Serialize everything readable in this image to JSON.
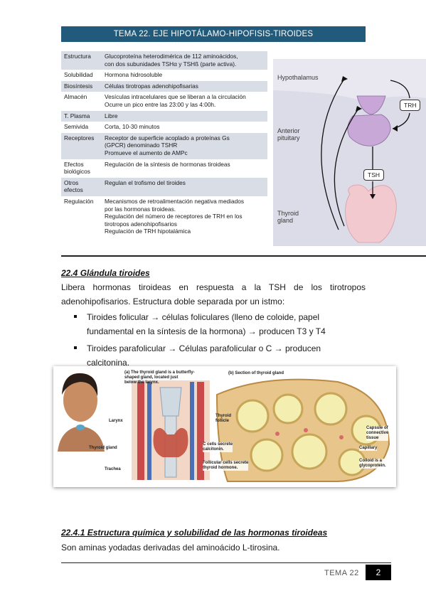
{
  "header": {
    "title": "TEMA 22. EJE HIPOTÁLAMO-HIPOFISIS-TIROIDES"
  },
  "info_table": {
    "rows": [
      {
        "key": [
          "Estructura"
        ],
        "value": [
          "Glucoproteína heterodimérica de 112 aminoácidos,",
          "con dos subunidades TSHα y TSHß (parte activa)."
        ]
      },
      {
        "key": [
          "Solubilidad"
        ],
        "value": [
          "Hormona hidrosoluble"
        ]
      },
      {
        "key": [
          "Biosíntesis"
        ],
        "value": [
          "Células tirotropas adenohipofisarias"
        ]
      },
      {
        "key": [
          "Almacén"
        ],
        "value": [
          "Vesículas intracelulares que se liberan a la circulación",
          "Ocurre un pico entre las 23:00 y las 4:00h."
        ]
      },
      {
        "key": [
          "T. Plasma"
        ],
        "value": [
          "Libre"
        ]
      },
      {
        "key": [
          "Semivida"
        ],
        "value": [
          "Corta, 10-30 minutos"
        ]
      },
      {
        "key": [
          "Receptores"
        ],
        "value": [
          "Receptor de superficie acoplado a proteínas Gs",
          "(GPCR) denominado TSHR",
          "Promueve el aumento de AMPc"
        ]
      },
      {
        "key": [
          "Efectos",
          "biológicos"
        ],
        "value": [
          "Regulación de la síntesis de hormonas tiroideas"
        ]
      },
      {
        "key": [
          "Otros",
          "efectos"
        ],
        "value": [
          "Regulan el trofismo del tiroides"
        ]
      },
      {
        "key": [
          "Regulación"
        ],
        "value": [
          "Mecanismos de retroalimentación negativa mediados",
          "por las hormonas tiroideas.",
          "Regulación del número de receptores de TRH en los",
          "tirotropos adenohipofisarios",
          "Regulación  de TRH hipotalámica"
        ]
      }
    ]
  },
  "hpt_diagram": {
    "hypothalamus": "Hypothalamus",
    "anterior": "Anterior",
    "pituitary": "pituitary",
    "thyroid": "Thyroid",
    "gland": "gland",
    "trh": "TRH",
    "tsh": "TSH"
  },
  "section_224": {
    "title": "22.4 Glándula tiroides",
    "para": "Libera hormonas tiroideas en respuesta a la TSH de los tirotropos adenohipofisarios. Estructura doble separada por un istmo:",
    "bullets": [
      "Tiroides folicular → células foliculares (lleno de coloide, papel fundamental en la síntesis de la hormona) → producen T3 y T4",
      "Tiroides parafolicular → Células parafolicular o C → producen calcitonina."
    ]
  },
  "figure": {
    "a_title": [
      "(a) The thyroid gland is a butterfly-",
      "shaped gland, located just",
      "below the larynx."
    ],
    "b_title": "(b) Section of thyroid gland",
    "larynx": "Larynx",
    "thyroid_gland": "Thyroid gland",
    "trachea": "Trachea",
    "thyroid_follicle": [
      "Thyroid",
      "follicle"
    ],
    "c_cells": [
      "C cells secrete",
      "calcitonin."
    ],
    "follicular": [
      "Follicular cells secrete",
      "thyroid hormone."
    ],
    "capsule": [
      "Capsule of",
      "connective",
      "tissue"
    ],
    "capillary": "Capillary",
    "colloid": [
      "Colloid is a",
      "glycoprotein."
    ]
  },
  "section_2241": {
    "title": "22.4.1 Estructura química y solubilidad de las hormonas tiroideas",
    "para": "Son aminas yodadas derivadas del aminoácido L-tirosina."
  },
  "footer": {
    "label": "TEMA 22",
    "page": "2"
  },
  "colors": {
    "header_bg": "#215a7a",
    "table_stripe": "#d9dde6",
    "panel_bg": "#dcdbe8",
    "gland_purple": "#c7a8d6",
    "thyroid_pink": "#f1c9cf"
  }
}
